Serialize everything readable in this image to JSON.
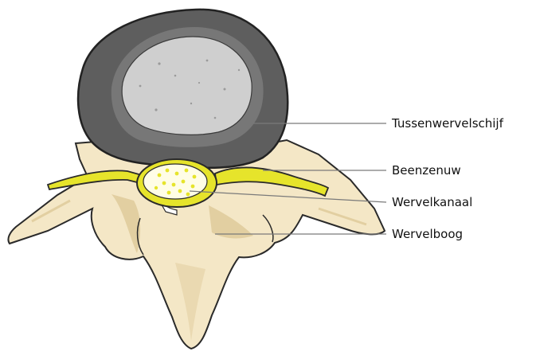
{
  "labels": {
    "disc": "Tussenwervelschijf",
    "nerve": "Beenzenuw",
    "canal": "Wervelkanaal",
    "arch": "Wervelboog"
  },
  "colors": {
    "disc_outer": "#5e5e5e",
    "disc_inner": "#cfcfcf",
    "bone": "#f4e7c6",
    "bone_shadow": "#e2cfa1",
    "nerve": "#e6e42b",
    "line": "#7a7a7a",
    "outline": "#2a2a2a"
  }
}
